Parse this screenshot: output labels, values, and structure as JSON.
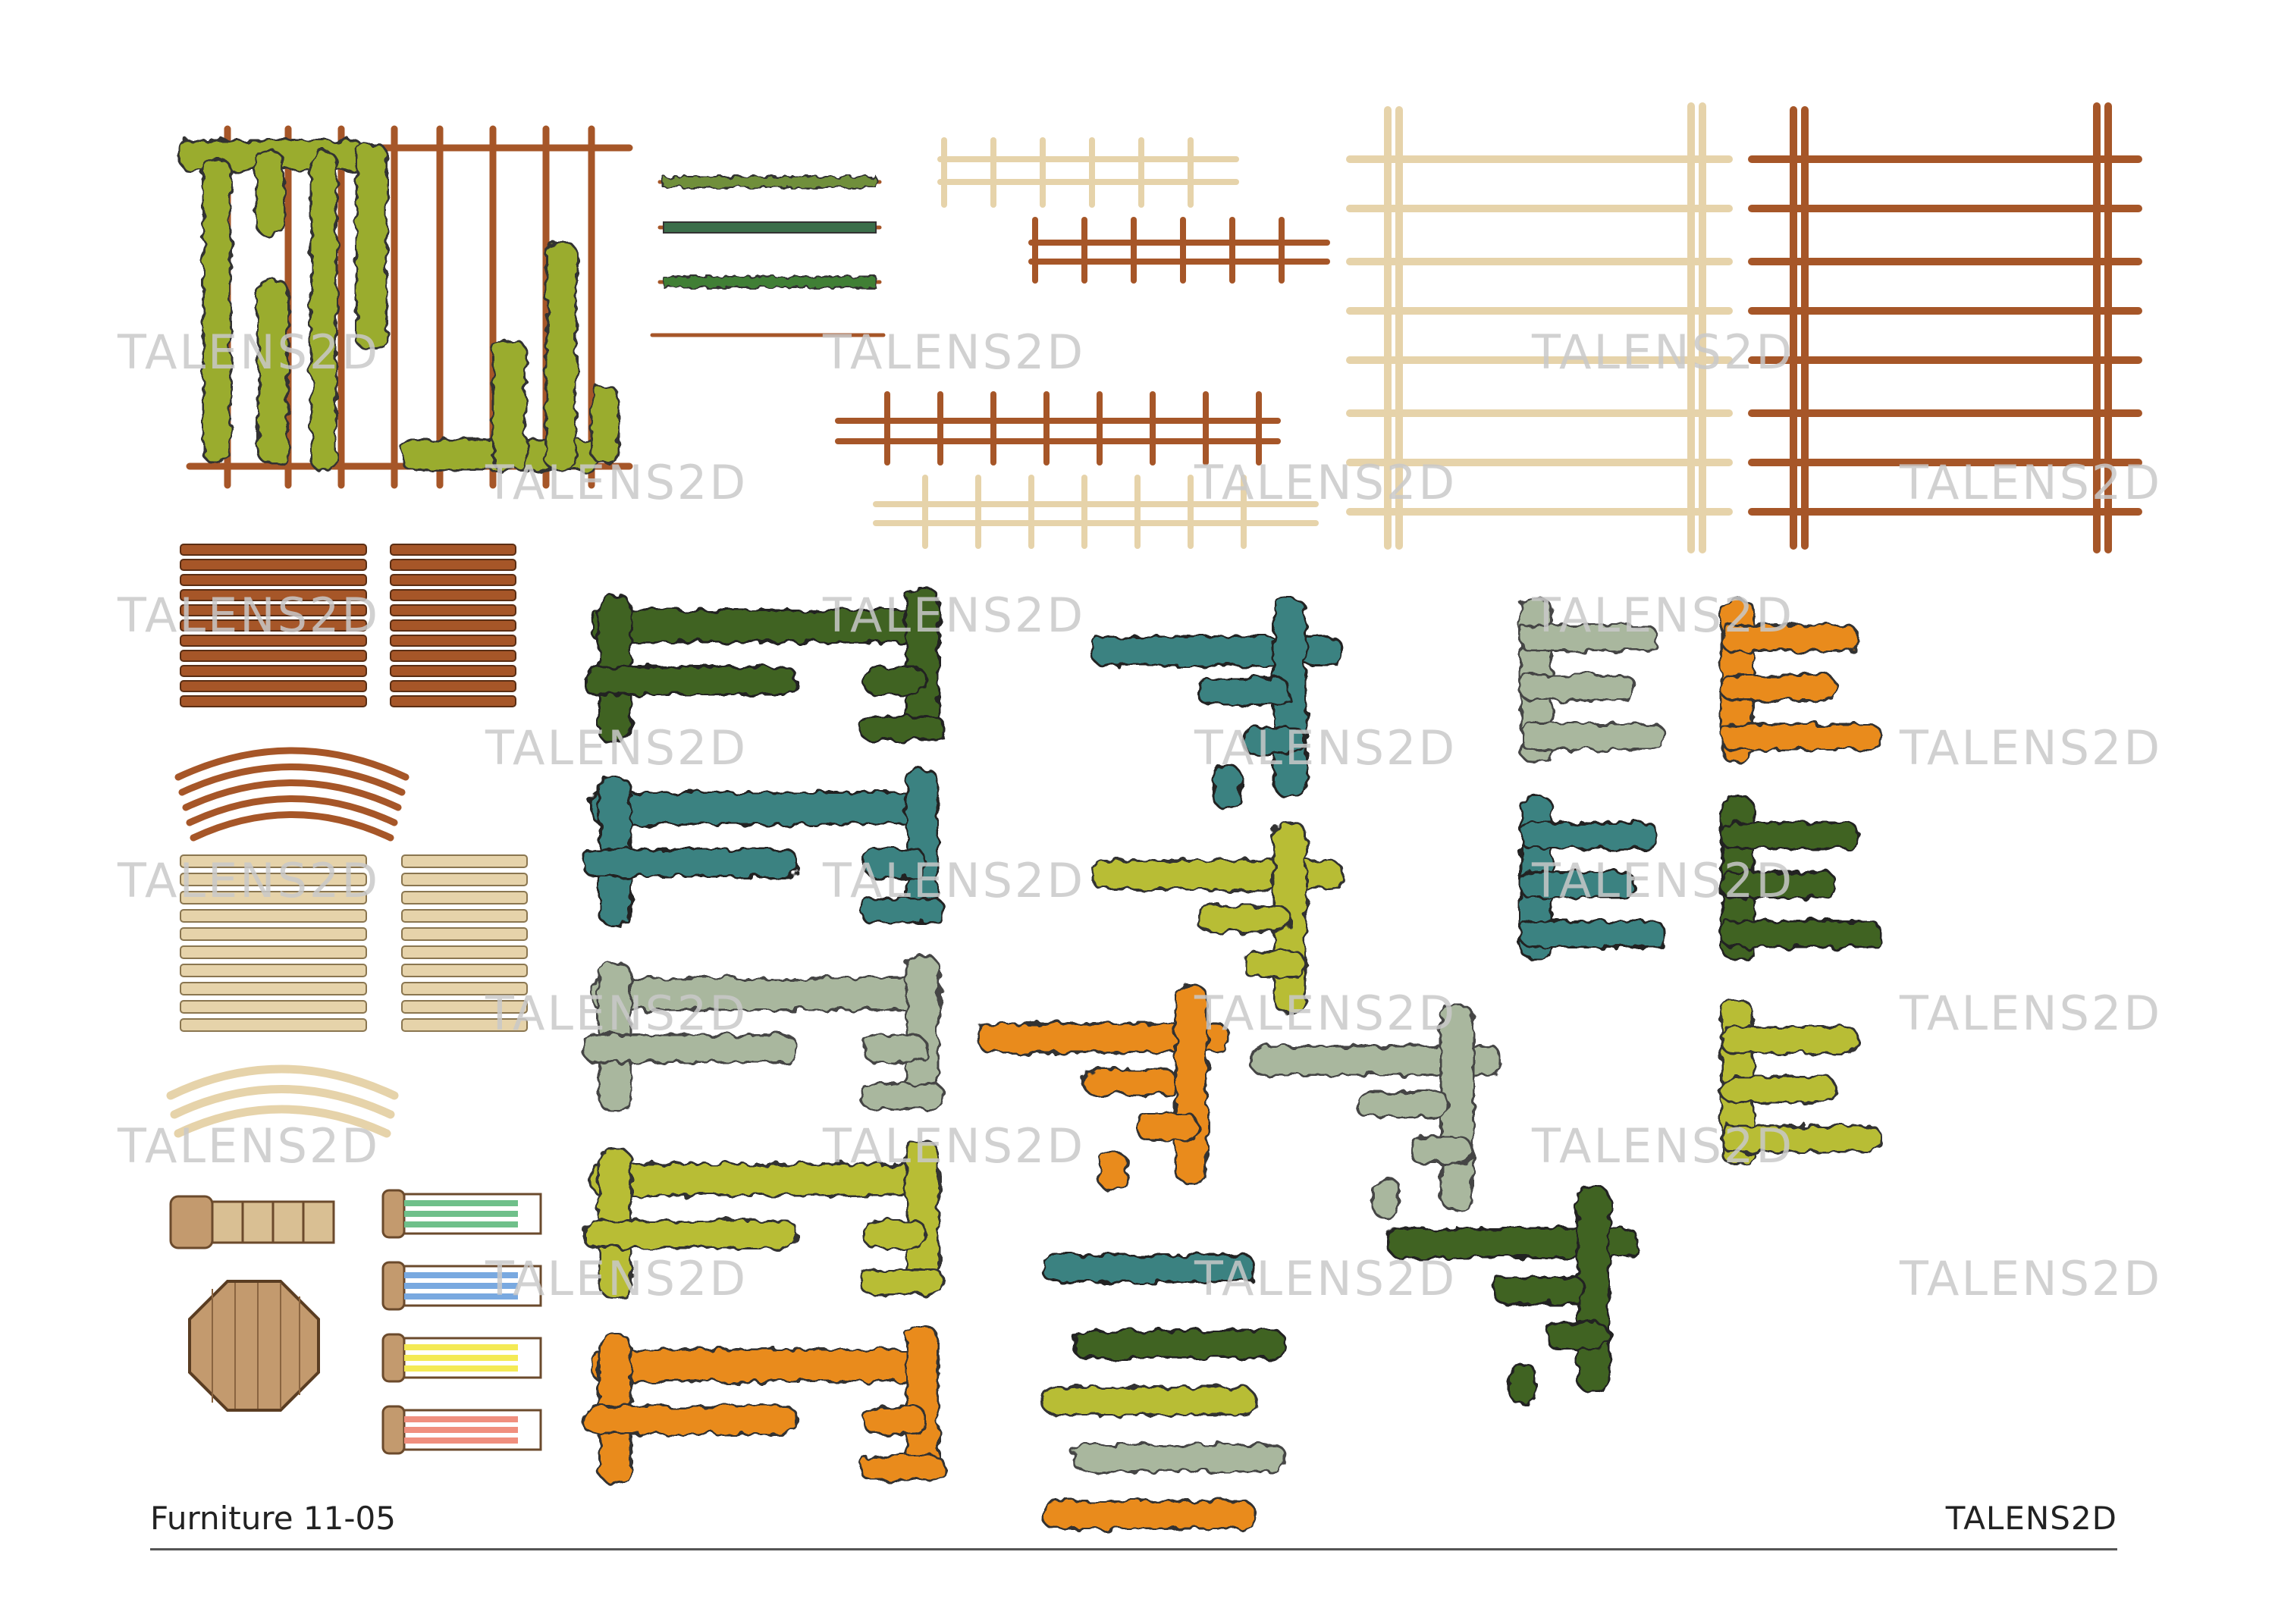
{
  "watermark": "TALENS2D",
  "footer": {
    "title": "Furniture 11-05",
    "brand": "TALENS2D"
  },
  "colors": {
    "timber_dark": "#a65628",
    "timber_light": "#e6d3aa",
    "moss_green": "#9aac2e",
    "lime": "#b8bd34",
    "deep_green": "#3f6324",
    "teal": "#3a8281",
    "sage": "#a9b79e",
    "orange": "#e98b1e",
    "wood_table": "#c39a6e",
    "outline": "#333333"
  }
}
